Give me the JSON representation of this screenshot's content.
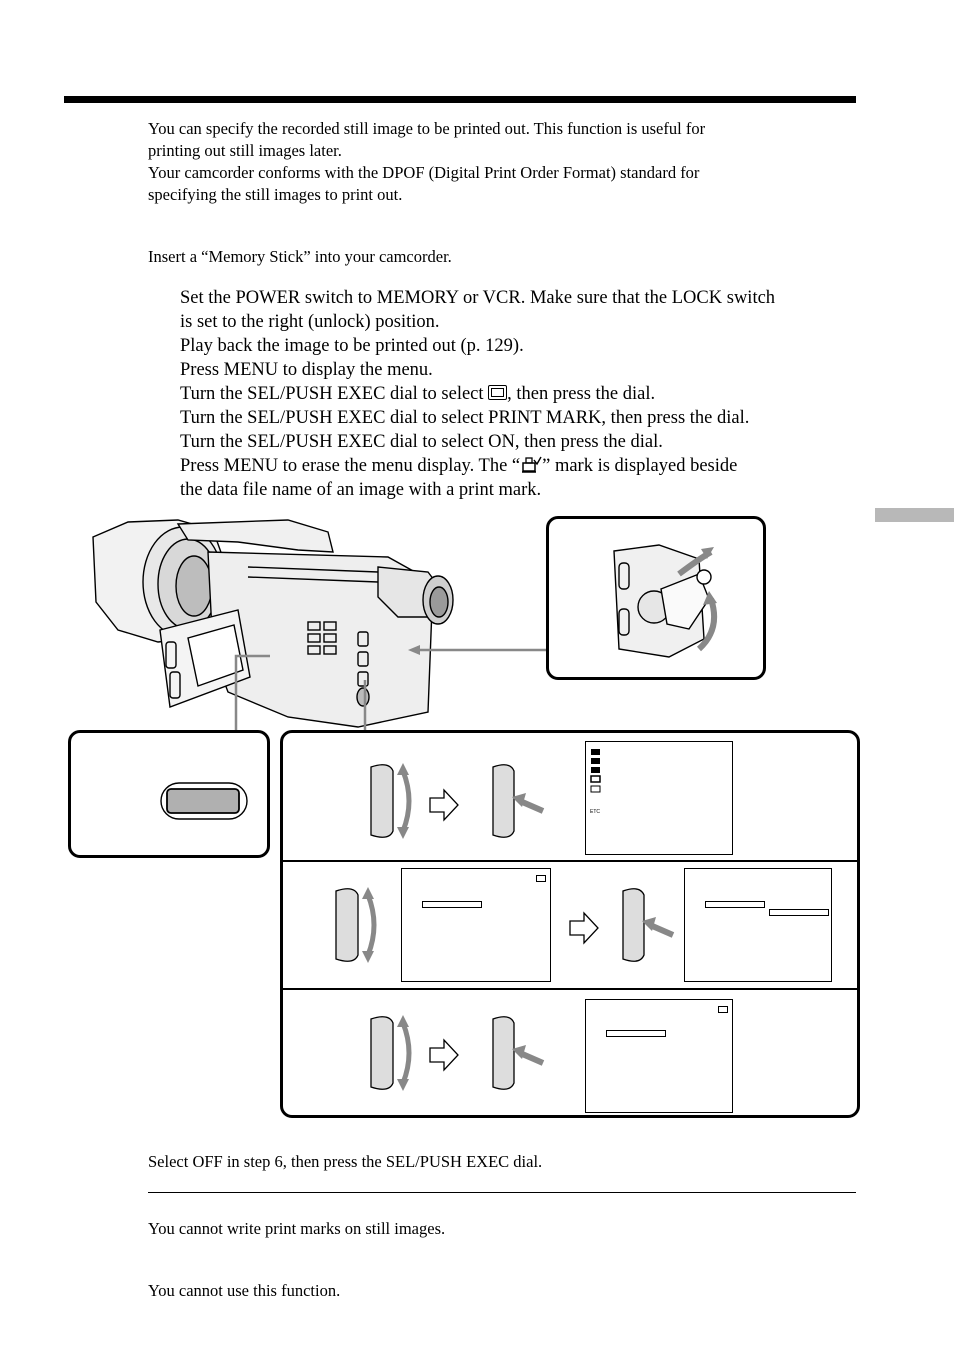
{
  "intro": {
    "line1": "You can specify the recorded still image to be printed out. This function is useful for",
    "line2": "printing out still images later.",
    "line3": "Your camcorder conforms with the DPOF (Digital Print Order Format) standard for",
    "line4": "specifying the still images to print out."
  },
  "before": "Insert a “Memory Stick” into your camcorder.",
  "steps": {
    "s1a": "Set the POWER switch to MEMORY or VCR. Make sure that the LOCK switch",
    "s1b": "is set to the right (unlock) position.",
    "s2": "Play back the image to be printed out (p. 129).",
    "s3": "Press MENU to display the menu.",
    "s4_pre": "Turn the SEL/PUSH EXEC dial to select ",
    "s4_post": ", then press the dial.",
    "s5": "Turn the SEL/PUSH EXEC dial to select PRINT MARK, then press the dial.",
    "s6": "Turn the SEL/PUSH EXEC dial to select ON, then press the dial.",
    "s7_pre": "Press MENU to erase the menu display. The “",
    "s7_post": "” mark is displayed beside",
    "s7b": "the data file name of an image with a print mark."
  },
  "menu_icon_label": "ETC",
  "cancel": "Select OFF in step 6, then press the SEL/PUSH EXEC dial.",
  "note1": "You cannot write print marks on still images.",
  "note2": "You cannot use this function."
}
